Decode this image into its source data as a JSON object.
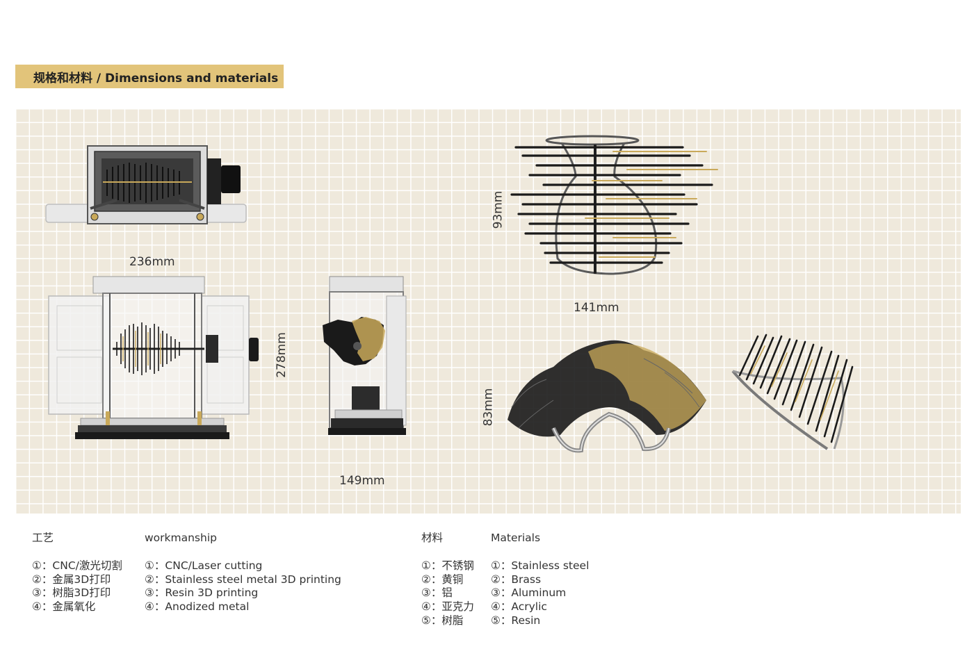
{
  "header": {
    "title": "规格和材料 / Dimensions and materials"
  },
  "dimensions": {
    "width_top": "236mm",
    "height_front": "278mm",
    "depth_side": "149mm",
    "comb_height": "93mm",
    "comb_width": "141mm",
    "cuff_height": "83mm"
  },
  "workmanship_cn": {
    "heading": "工艺",
    "items": [
      "①：CNC/激光切割",
      "②：金属3D打印",
      "③：树脂3D打印",
      "④：金属氧化"
    ]
  },
  "workmanship_en": {
    "heading": "workmanship",
    "items": [
      "①：CNC/Laser cutting",
      "②：Stainless steel metal 3D printing",
      "③：Resin 3D printing",
      "④：Anodized metal"
    ]
  },
  "materials_cn": {
    "heading": "材料",
    "items": [
      "①：不锈钢",
      "②：黄铜",
      "③：铝",
      "④：亚克力",
      "⑤：树脂"
    ]
  },
  "materials_en": {
    "heading": "Materials",
    "items": [
      "①：Stainless steel",
      "②：Brass",
      "③：Aluminum",
      "④：Acrylic",
      "⑤：Resin"
    ]
  },
  "colors": {
    "header_bar": "#e2c47a",
    "grid_background": "#efe9dc",
    "grid_lines": "#ffffff",
    "gold_accent": "#c9a95a",
    "black_fiber": "#1a1a1a"
  }
}
